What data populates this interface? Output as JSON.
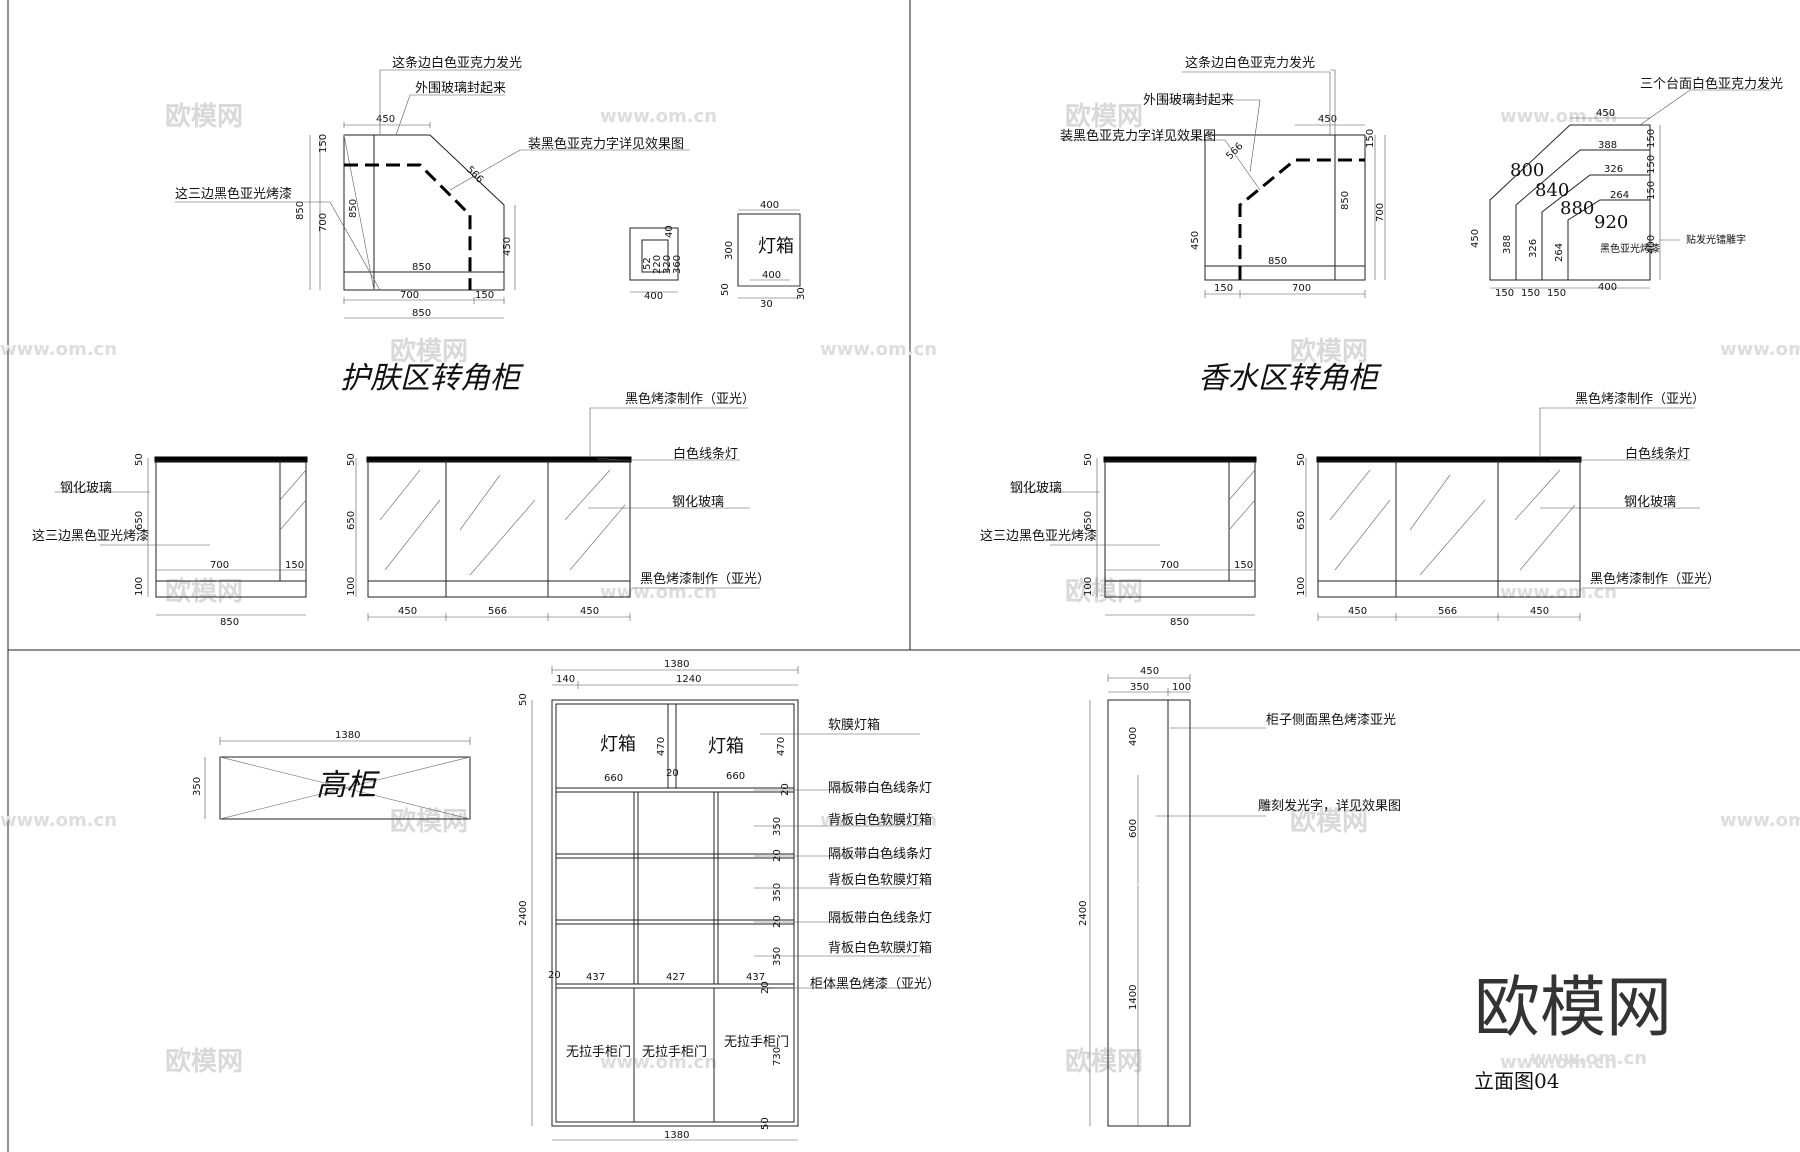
{
  "drawing_label": "立面图04",
  "brand": "欧模网",
  "watermarks": [
    "欧模网",
    "www.om.cn"
  ],
  "skin_care": {
    "title": "护肤区转角柜",
    "plan_notes": [
      "这条边白色亚克力发光",
      "外围玻璃封起来",
      "装黑色亚克力字详见效果图",
      "这三边黑色亚光烤漆"
    ],
    "plan_dims": [
      "450",
      "150",
      "700",
      "850",
      "850",
      "566",
      "450",
      "850",
      "700",
      "150",
      "850"
    ],
    "lightbox_label": "灯箱",
    "small_dims": [
      "52",
      "220",
      "320",
      "360",
      "40",
      "400",
      "400",
      "300",
      "400",
      "30",
      "50",
      "30"
    ],
    "elev_notes": [
      "黑色烤漆制作（亚光）",
      "白色线条灯",
      "钢化玻璃",
      "黑色烤漆制作（亚光）",
      "钢化玻璃",
      "这三边黑色亚光烤漆"
    ],
    "elev_dims": [
      "50",
      "650",
      "100",
      "700",
      "150",
      "850",
      "50",
      "650",
      "100",
      "450",
      "566",
      "450"
    ]
  },
  "perfume": {
    "title": "香水区转角柜",
    "plan_notes": [
      "这条边白色亚克力发光",
      "外围玻璃封起来",
      "装黑色亚克力字详见效果图",
      "三个台面白色亚克力发光"
    ],
    "plan_dims": [
      "566",
      "450",
      "150",
      "850",
      "700",
      "450",
      "850",
      "150",
      "700"
    ],
    "tier_values": [
      "800",
      "840",
      "880",
      "920"
    ],
    "tier_dims": [
      "450",
      "388",
      "326",
      "264",
      "150",
      "150",
      "150",
      "400",
      "450",
      "388",
      "326",
      "264",
      "150",
      "150",
      "150",
      "400"
    ],
    "tier_notes": [
      "黑色亚光烤漆",
      "贴发光镭雕字"
    ],
    "elev_notes": [
      "黑色烤漆制作（亚光）",
      "白色线条灯",
      "钢化玻璃",
      "黑色烤漆制作（亚光）",
      "钢化玻璃",
      "这三边黑色亚光烤漆"
    ],
    "elev_dims": [
      "50",
      "650",
      "100",
      "700",
      "150",
      "850",
      "50",
      "650",
      "100",
      "450",
      "566",
      "450"
    ]
  },
  "tall_cabinet": {
    "plan_label": "高柜",
    "plan_dims": [
      "1380",
      "350"
    ],
    "front_dims": [
      "1380",
      "140",
      "1240",
      "50",
      "2400",
      "1380",
      "50"
    ],
    "lightbox_labels": [
      "灯箱",
      "灯箱"
    ],
    "lightbox_dims": [
      "470",
      "660",
      "20",
      "660",
      "470"
    ],
    "shelf_dims": [
      "20",
      "350",
      "20",
      "350",
      "20",
      "350",
      "20",
      "437",
      "427",
      "437",
      "20",
      "730"
    ],
    "door_labels": [
      "无拉手柜门",
      "无拉手柜门",
      "无拉手柜门"
    ],
    "front_notes": [
      "软膜灯箱",
      "隔板带白色线条灯",
      "背板白色软膜灯箱",
      "隔板带白色线条灯",
      "背板白色软膜灯箱",
      "隔板带白色线条灯",
      "背板白色软膜灯箱",
      "柜体黑色烤漆（亚光）"
    ],
    "side_dims": [
      "450",
      "350",
      "100",
      "400",
      "600",
      "1400",
      "2400"
    ],
    "side_notes": [
      "柜子侧面黑色烤漆亚光",
      "雕刻发光字，详见效果图"
    ]
  }
}
